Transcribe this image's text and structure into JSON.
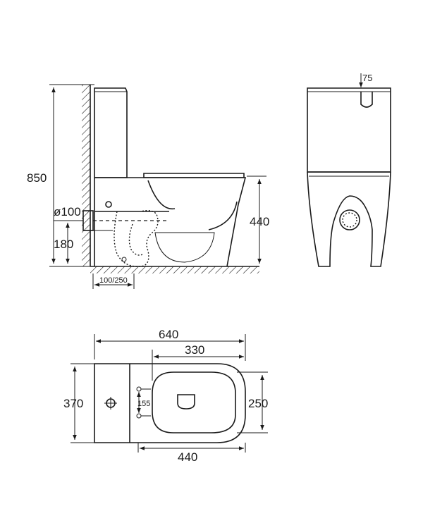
{
  "dimensions": {
    "total_height": "850",
    "outlet_diameter": "ø100",
    "outlet_height": "180",
    "seat_height": "440",
    "roughin": "100/250",
    "inlet_offset": "75",
    "total_length": "640",
    "bowl_length": "330",
    "total_width": "370",
    "bowl_width": "250",
    "fixing_spacing": "155",
    "pan_length": "440"
  }
}
